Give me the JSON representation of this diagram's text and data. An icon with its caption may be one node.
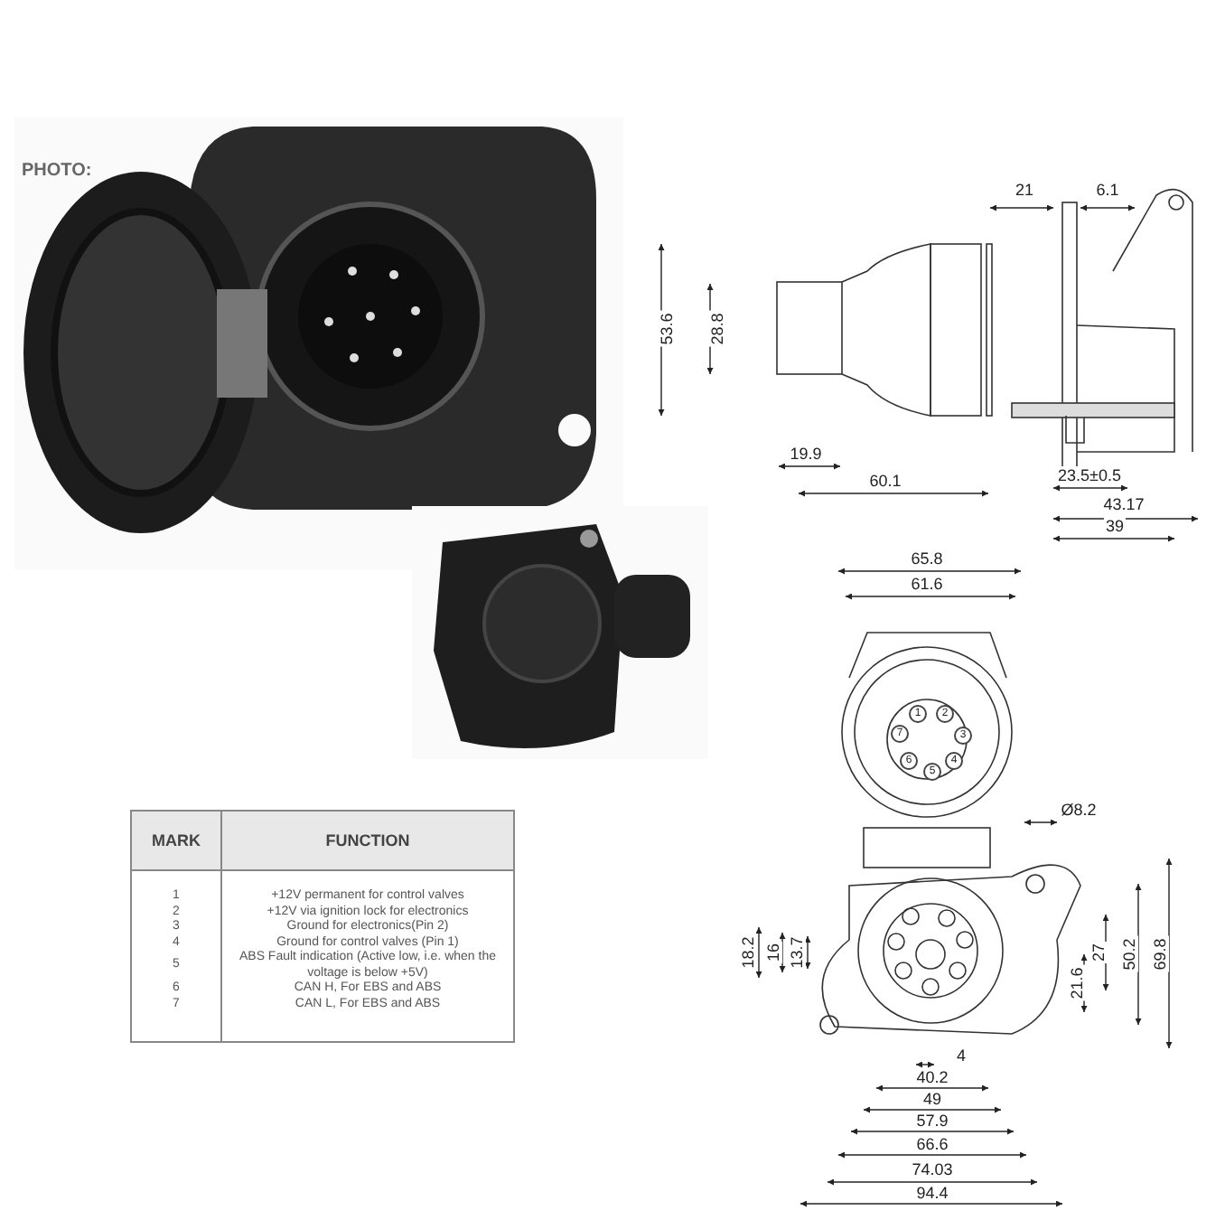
{
  "diagram": {
    "labels": [
      "PHOTO:",
      "21",
      "6.1",
      "53.6",
      "28.8",
      "19.9",
      "60.1",
      "23.5±0.5",
      "43.17",
      "39",
      "65.8",
      "61.6",
      "1",
      "2",
      "7",
      "3",
      "6",
      "4",
      "5",
      "Ø8.2",
      "18.2",
      "16",
      "13.7",
      "27",
      "21.6",
      "50.2",
      "69.8",
      "4",
      "40.2",
      "49",
      "57.9",
      "66.6",
      "74.03",
      "94.4",
      "MARK",
      "FUNCTION",
      "1",
      "+12V permanent for control valves",
      "2",
      "+12V via ignition lock for electronics",
      "3",
      "Ground for electronics(Pin 2)",
      "4",
      "Ground for control valves (Pin 1)",
      "5",
      "ABS Fault indication (Active low, i.e. when the voltage is below +5V)",
      "6",
      "CAN H, For EBS and ABS",
      "7",
      "CAN L, For EBS and ABS"
    ]
  }
}
